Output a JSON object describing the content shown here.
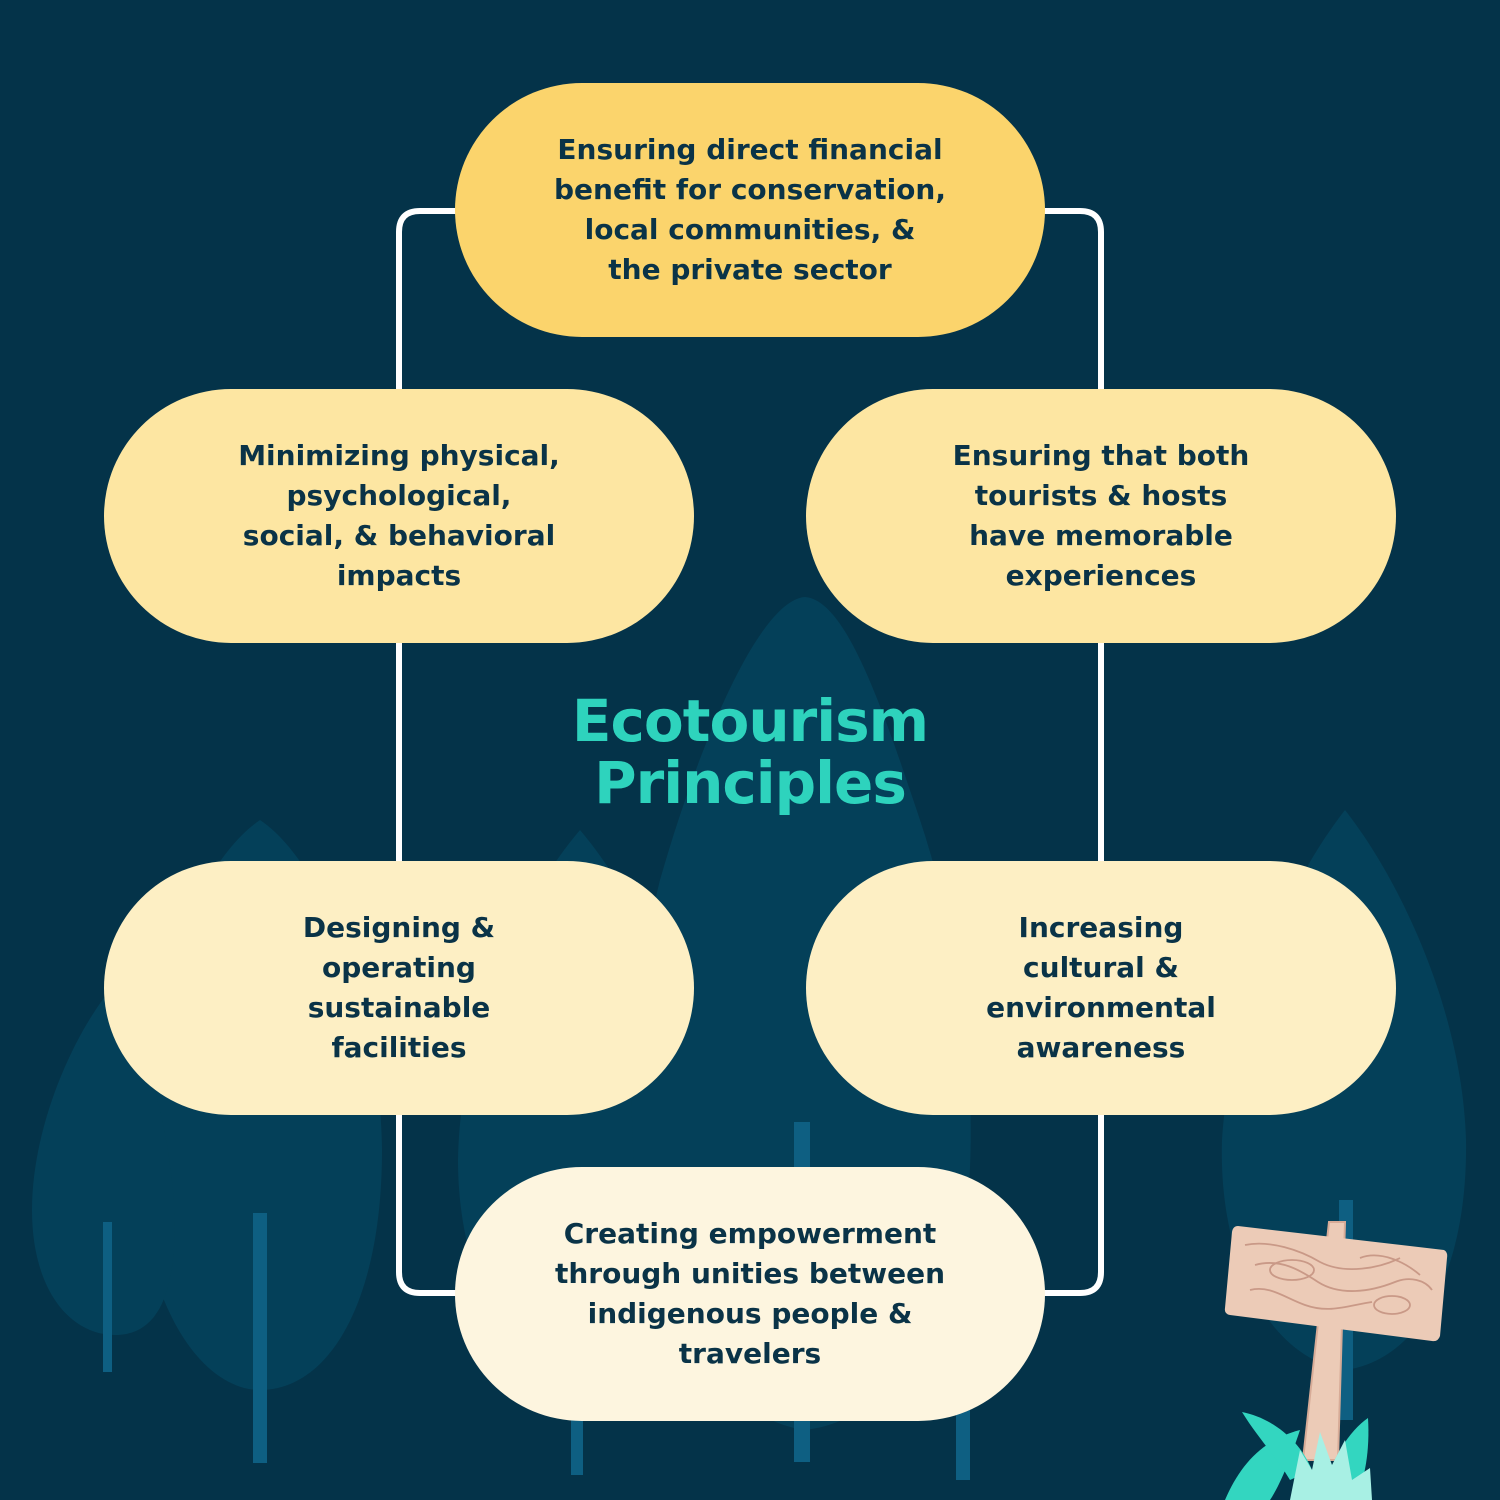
{
  "title": {
    "line1": "Ecotourism",
    "line2": "Principles"
  },
  "principles": [
    "Ensuring direct financial\nbenefit for conservation,\nlocal communities, &\nthe private sector",
    "Minimizing physical,\npsychological,\nsocial, & behavioral\nimpacts",
    "Ensuring that both\ntourists & hosts\nhave memorable\nexperiences",
    "Designing &\noperating\nsustainable\nfacilities",
    "Increasing\ncultural &\nenvironmental\nawareness",
    "Creating empowerment\nthrough unities between\nindigenous people &\ntravelers"
  ],
  "colors": {
    "background": "#043349",
    "tree": "#044059",
    "trunk": "#0e5f82",
    "connector": "#ffffff",
    "title": "#2ed3bd",
    "text": "#0a3347",
    "pill_top": "#fbd46c",
    "pill_middle": "#fde6a2",
    "pill_lower": "#fdefc4",
    "pill_bottom": "#fdf5df",
    "sign": "#eccbb7",
    "plant": "#33d6c0"
  },
  "icons": [
    "tree-silhouette",
    "wooden-signpost-icon",
    "plant-leaves-icon"
  ]
}
